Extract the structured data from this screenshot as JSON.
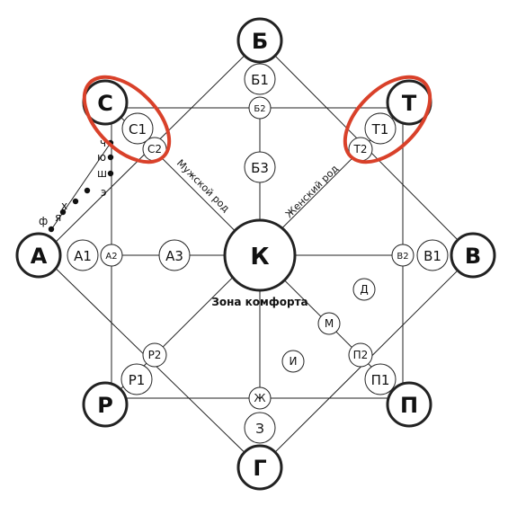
{
  "colors": {
    "line": "#222222",
    "highlight": "#d9412a"
  },
  "nodes": {
    "A": "А",
    "A1": "А1",
    "A2": "А2",
    "A3": "А3",
    "B": "Б",
    "B1": "Б1",
    "B2": "Б2",
    "B3": "Б3",
    "V": "В",
    "V1": "В1",
    "V2": "В2",
    "G": "Г",
    "Z": "З",
    "ZH": "Ж",
    "P": "П",
    "P1": "П1",
    "P2": "П2",
    "R": "Р",
    "R1": "Р1",
    "R2": "Р2",
    "S": "С",
    "S1": "С1",
    "S2": "С2",
    "T": "Т",
    "T1": "Т1",
    "T2": "Т2",
    "K": "К",
    "D": "Д",
    "M": "М",
    "I": "И"
  },
  "letter_path": [
    "ф",
    "я",
    "х",
    "э",
    "ш",
    "ю",
    "ч"
  ],
  "labels": {
    "male": "Мужской род",
    "female": "Женский род",
    "comfort_zone": "Зона комфорта"
  }
}
